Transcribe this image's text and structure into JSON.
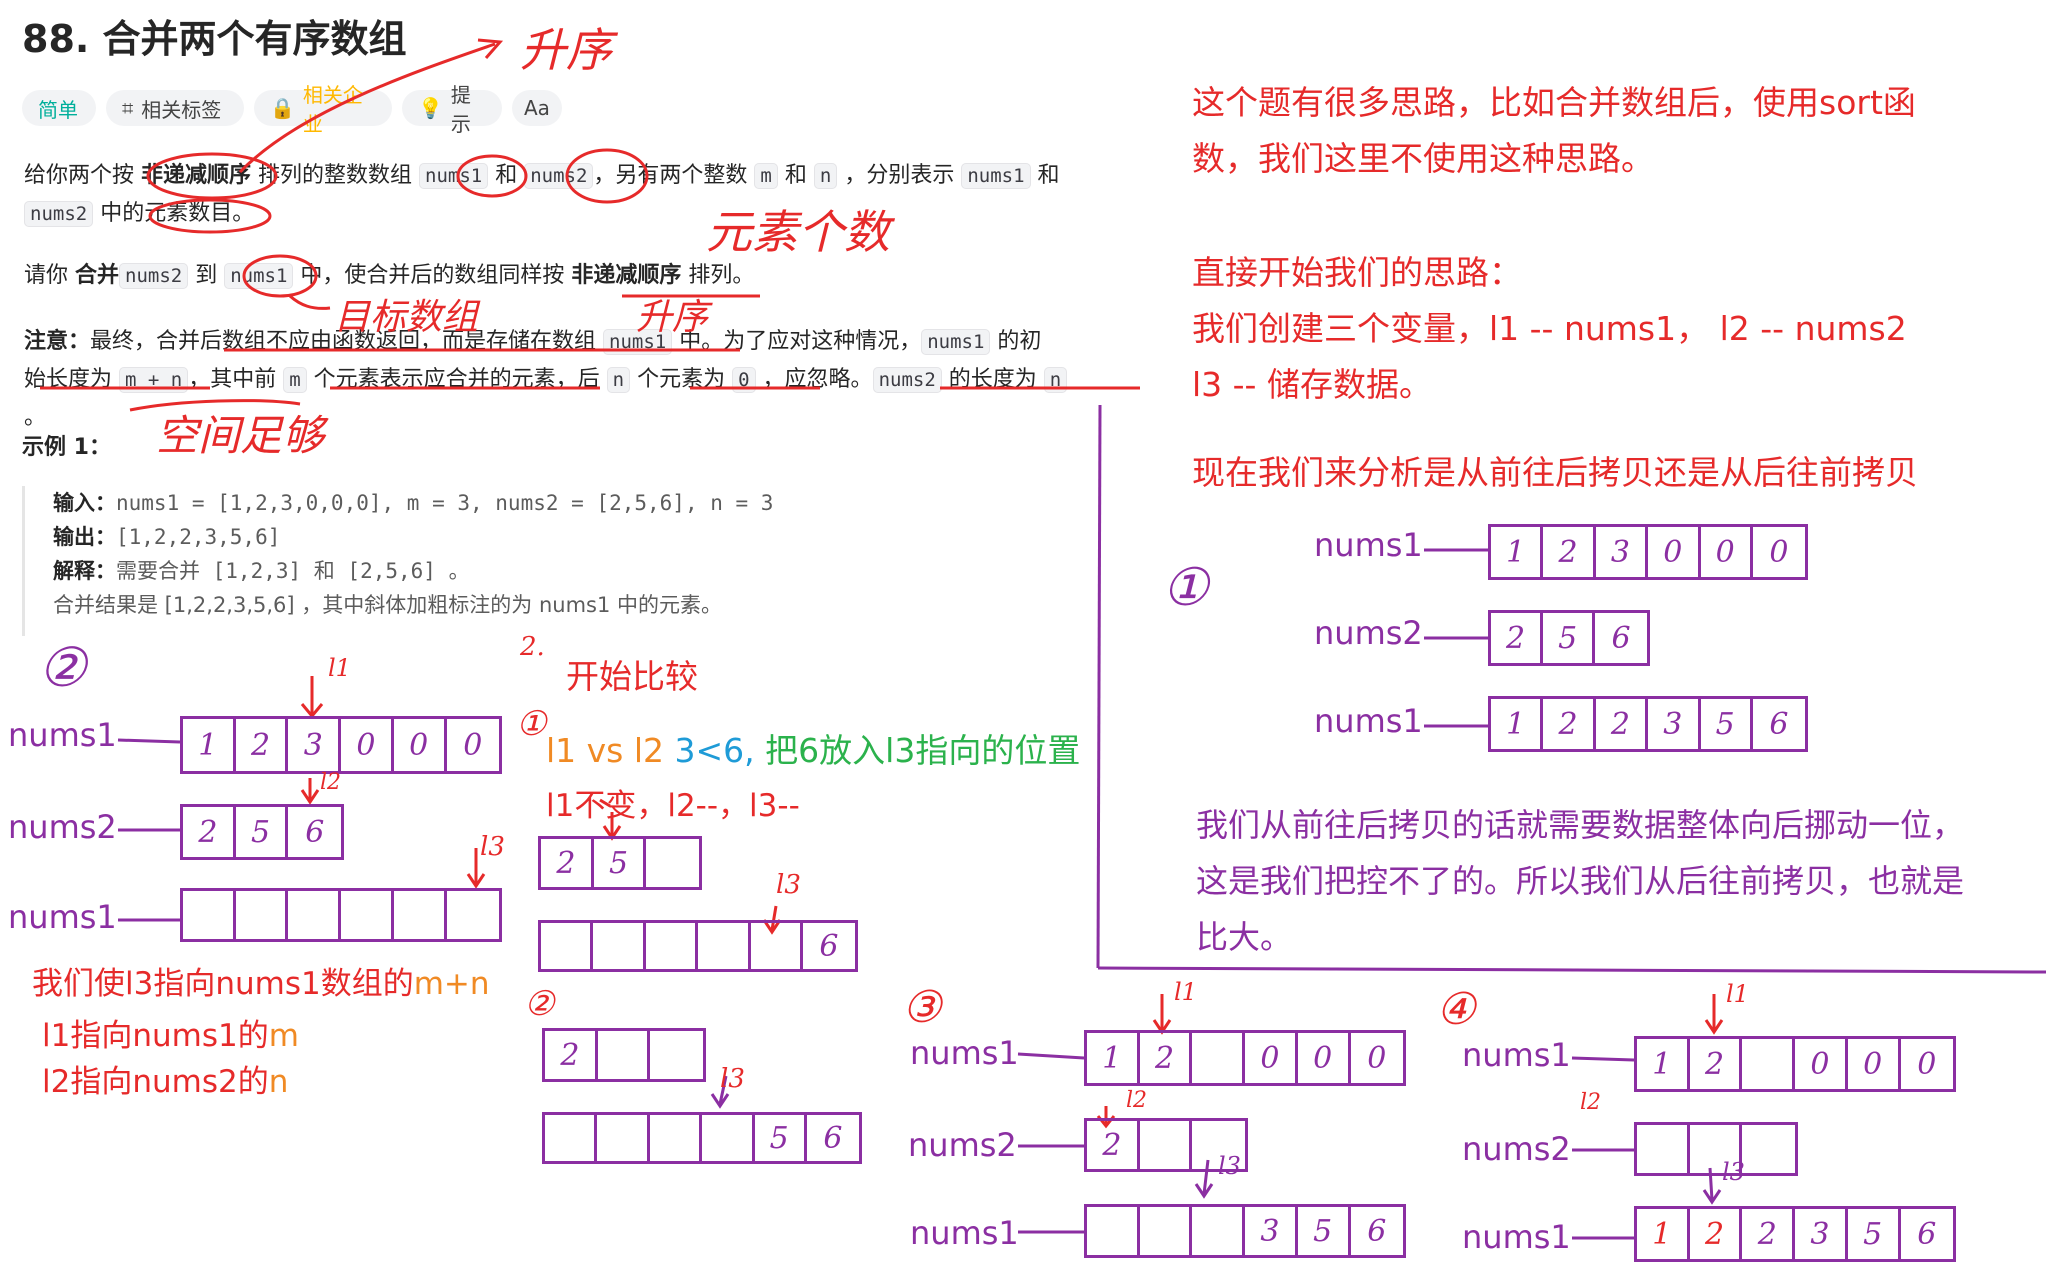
{
  "problem": {
    "title": "88. 合并两个有序数组",
    "tags": [
      "简单",
      "相关标签",
      "相关企业",
      "提示",
      "Aa"
    ],
    "p1": {
      "a": "给你两个按 ",
      "b": "非递减顺序",
      "c": " 排列的整数数组 ",
      "code1": "nums1",
      "d": " 和 ",
      "code2": "nums2",
      "e": "，另有两个整数 ",
      "code3": "m",
      "f": " 和 ",
      "code4": "n",
      "g": " ，分别表示 ",
      "code5": "nums1",
      "h": " 和",
      "code6": "nums2",
      "i": " 中的元素数目。"
    },
    "p2": {
      "a": "请你 ",
      "b": "合并",
      "code1": "nums2",
      "c": " 到 ",
      "code2": "nums1",
      "d": " 中，使合并后的数组同样按 ",
      "e": "非递减顺序",
      "f": " 排列。"
    },
    "p3": {
      "a": "注意：",
      "b": "最终，合并后数组不应由函数返回，而是存储在数组 ",
      "code1": "nums1",
      "c": " 中。为了应对这种情况，",
      "code2": "nums1",
      "d": " 的初",
      "e": "始长度为 ",
      "code3": "m + n",
      "f": "，其中前 ",
      "code4": "m",
      "g": " 个元素表示应合并的元素，后 ",
      "code5": "n",
      "h": " 个元素为 ",
      "code6": "0",
      "i": " ，应忽略。",
      "code7": "nums2",
      "j": " 的长度为 ",
      "code8": "n",
      "k": "。"
    },
    "example_title": "示例 1：",
    "example": {
      "in_k": "输入：",
      "in_v": "nums1 = [1,2,3,0,0,0], m = 3, nums2 = [2,5,6], n = 3",
      "out_k": "输出：",
      "out_v": "[1,2,2,3,5,6]",
      "exp_k": "解释：",
      "exp_v": "需要合并 [1,2,3] 和 [2,5,6] 。",
      "res_v": "合并结果是 [1,2,2,3,5,6] ，其中斜体加粗标注的为 nums1 中的元素。"
    }
  },
  "annotations": {
    "sheng_xu": "升序",
    "yuan_su_ge_shu": "元素个数",
    "mu_biao_shu_zu": "目标数组",
    "kong_jian_zu_gou": "空间足够",
    "note1": "这个题有很多思路，比如合并数组后，使用sort函",
    "note2": "数，我们这里不使用这种思路。",
    "note3": "直接开始我们的思路：",
    "note4": "我们创建三个变量，l1 -- nums1， l2 -- nums2",
    "note5": "l3 -- 储存数据。",
    "note6": "现在我们来分析是从前往后拷贝还是从后往前拷贝",
    "note7": "我们从前往后拷贝的话就需要数据整体向后挪动一位，",
    "note8": "这是我们把控不了的。所以我们从后往前拷贝，也就是",
    "note9": "比大。",
    "circle1": "①",
    "circle2": "②",
    "kaishi": "开始比较",
    "l1vsl2": "l1 vs l2",
    "cmp": "3<6,",
    "put6": "把6放入l3指向的位置",
    "unchanged": "l1不变，l2--，l3--",
    "pointer_l3": "我们使l3指向nums1数组的",
    "mn": "m+n",
    "pointer_l1": "l1指向nums1的",
    "m": "m",
    "pointer_l2": "l2指向nums2的",
    "n": "n",
    "step2": "②",
    "step3": "③",
    "step4": "④",
    "label_nums1": "nums1",
    "label_nums2": "nums2",
    "l1": "l1",
    "l2": "l2",
    "l3": "l3",
    "two": "2."
  },
  "colors": {
    "red": "#e62a2a",
    "purple": "#8b2fa2",
    "green": "#2bb24c",
    "blue": "#1e9bd7",
    "orange": "#f08a24"
  }
}
